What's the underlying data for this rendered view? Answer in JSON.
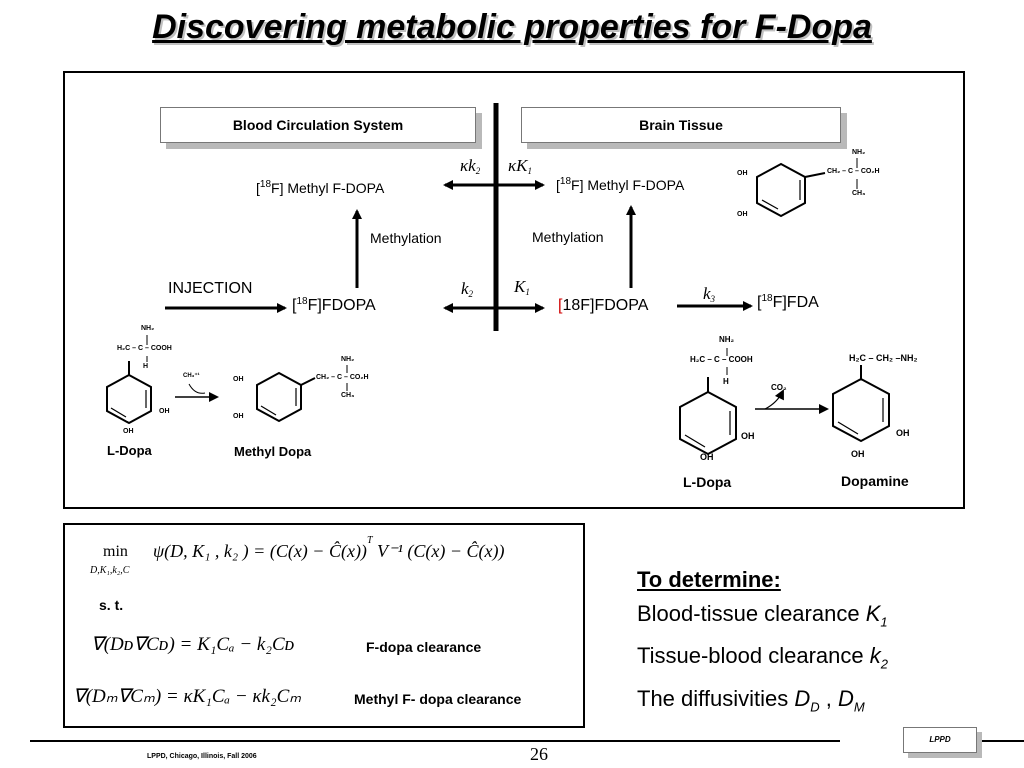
{
  "title": "Discovering metabolic properties for F-Dopa",
  "headers": {
    "blood": "Blood Circulation System",
    "brain": "Brain Tissue"
  },
  "labels": {
    "methyl_fdopa_left_pre": "[",
    "methyl_fdopa_left_sup": "18",
    "methyl_fdopa_left_post": "F] Methyl F-DOPA",
    "methyl_fdopa_right_pre": "[",
    "methyl_fdopa_right_sup": "18",
    "methyl_fdopa_right_post": "F] Methyl F-DOPA",
    "methylation_left": "Methylation",
    "methylation_right": "Methylation",
    "injection": "INJECTION",
    "fdopa_left_pre": "[",
    "fdopa_left_sup": "18",
    "fdopa_left_post": "F]FDOPA",
    "fdopa_right_bracket": "[",
    "fdopa_right_post": "18F]FDOPA",
    "fda_pre": "[",
    "fda_sup": "18",
    "fda_post": "F]FDA",
    "kappa_k2": "κk",
    "kappa_k2_sub": "2",
    "kappa_K1": "κK",
    "kappa_K1_sub": "1",
    "k2": "k",
    "k2_sub": "2",
    "K1": "K",
    "K1_sub": "1",
    "k3": "k",
    "k3_sub": "3"
  },
  "molecules": {
    "ldopa_left": "L-Dopa",
    "methyl_dopa": "Methyl Dopa",
    "ldopa_right": "L-Dopa",
    "dopamine": "Dopamine",
    "ch3_reagent": "CH₃⁺¹",
    "co2": "CO₂",
    "nh2": "NH₂",
    "oh": "OH",
    "h": "H",
    "cooh_chain": "H₂C – C – COOH",
    "methyl_chain": "CH₂ – C – CO₂H",
    "ch3": "CH₃",
    "dopamine_chain": "H₂C – CH₂ –NH₂"
  },
  "equations": {
    "min": "min",
    "min_sub": "D,K₁,k₂,C",
    "objective": "ψ(D, K₁ , k₂ ) = (C(x) − Ĉ(x))",
    "objective_T": "T",
    "objective_tail": "V⁻¹ (C(x) − Ĉ(x))",
    "st": "s. t.",
    "eq1": "∇(Dᴅ∇Cᴅ) = K₁Cₐ − k₂Cᴅ",
    "eq1_label": "F-dopa clearance",
    "eq2": "∇(Dₘ∇Cₘ) = κK₁Cₐ − κk₂Cₘ",
    "eq2_label": "Methyl  F- dopa clearance"
  },
  "determine": {
    "heading": "To determine:",
    "line1": "Blood-tissue clearance ",
    "line1_var": "K",
    "line1_sub": "1",
    "line2": "Tissue-blood clearance ",
    "line2_var": "k",
    "line2_sub": "2",
    "line3": "The diffusivities ",
    "line3_var1": "D",
    "line3_sub1": "D",
    "line3_sep": " , ",
    "line3_var2": "D",
    "line3_sub2": "M"
  },
  "footer": {
    "text": "LPPD, Chicago, Illinois, Fall 2006",
    "page": "26",
    "logo": "LPPD"
  }
}
